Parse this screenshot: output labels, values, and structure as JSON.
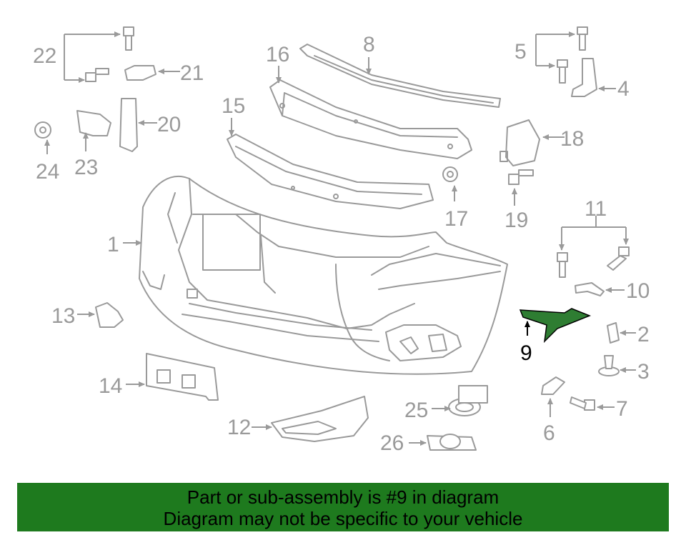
{
  "callouts": {
    "c1": "1",
    "c2": "2",
    "c3": "3",
    "c4": "4",
    "c5": "5",
    "c6": "6",
    "c7": "7",
    "c8": "8",
    "c9": "9",
    "c10": "10",
    "c11": "11",
    "c12": "12",
    "c13": "13",
    "c14": "14",
    "c15": "15",
    "c16": "16",
    "c17": "17",
    "c18": "18",
    "c19": "19",
    "c20": "20",
    "c21": "21",
    "c22": "22",
    "c23": "23",
    "c24": "24",
    "c25": "25",
    "c26": "26"
  },
  "highlight": {
    "part": "9",
    "color": "#2e7d32"
  },
  "banner": {
    "line1": "Part or sub-assembly is #9 in diagram",
    "line2": "Diagram may not be specific to your vehicle",
    "color": "#1e7a1e"
  }
}
